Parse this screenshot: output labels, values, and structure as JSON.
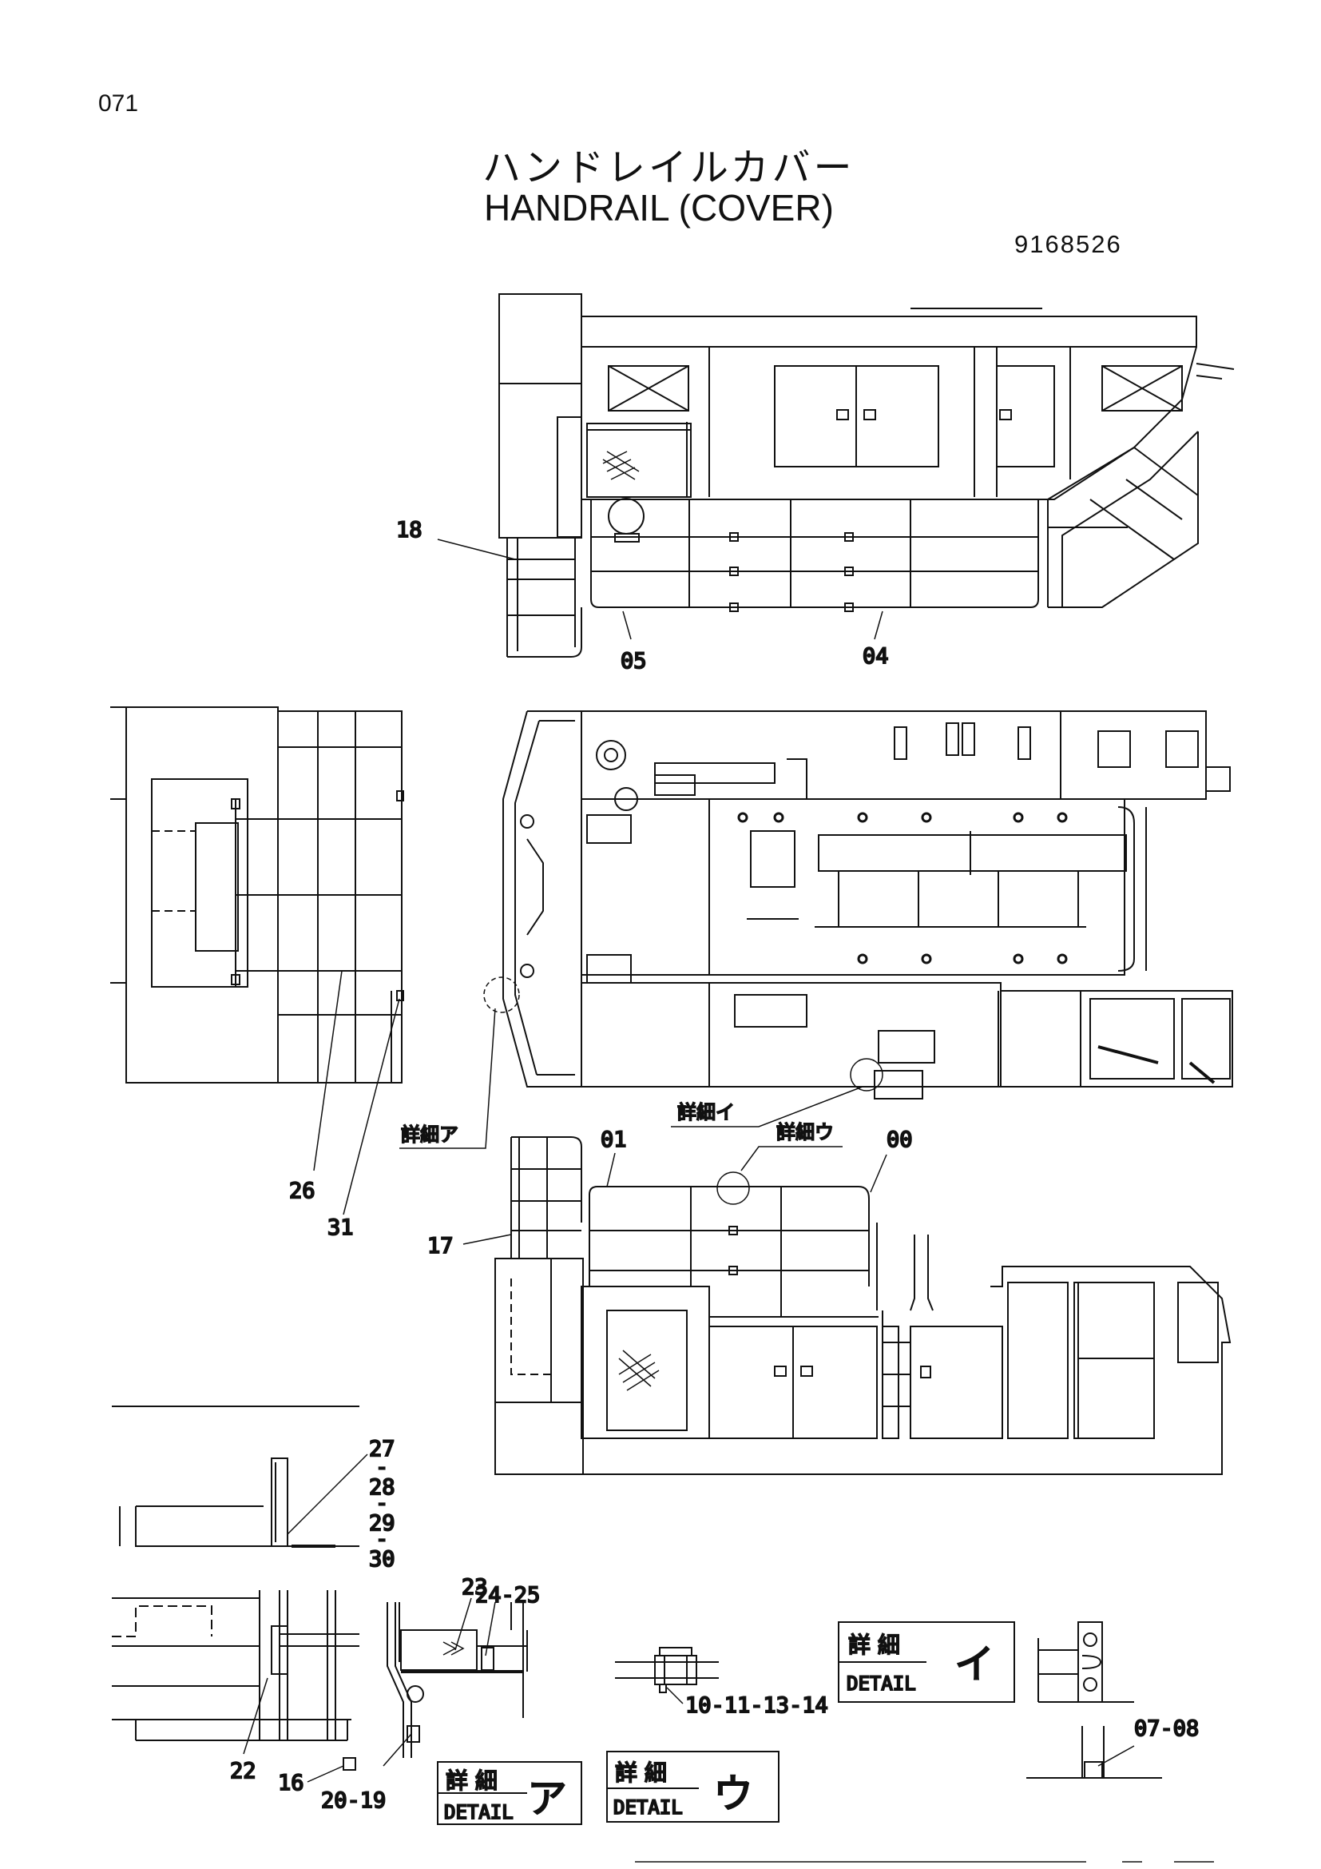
{
  "header": {
    "page_number": "071",
    "title_jp": "ハンドレイルカバー",
    "title_en": "HANDRAIL (COVER)",
    "part_number": "9168526"
  },
  "callouts": {
    "c18": "18",
    "c05": "05",
    "c04": "04",
    "c26": "26",
    "c31": "31",
    "c01": "01",
    "c00": "00",
    "c17": "17",
    "c27": "27",
    "c28": "28",
    "c29": "29",
    "c30": "30",
    "c23": "23",
    "c24_25": "24-25",
    "c22": "22",
    "c16": "16",
    "c20_19": "20-19",
    "c10_14": "10-11-13-14",
    "c07_08": "07-08"
  },
  "detail_tags": {
    "a": "詳細ア",
    "i": "詳細イ",
    "u": "詳細ウ"
  },
  "detail_boxes": {
    "i": {
      "jp": "詳 細",
      "en": "DETAIL",
      "kana": "イ"
    },
    "a": {
      "jp": "詳 細",
      "en": "DETAIL",
      "kana": "ア"
    },
    "u": {
      "jp": "詳 細",
      "en": "DETAIL",
      "kana": "ウ"
    }
  },
  "colors": {
    "ink": "#111111",
    "paper": "#ffffff"
  }
}
